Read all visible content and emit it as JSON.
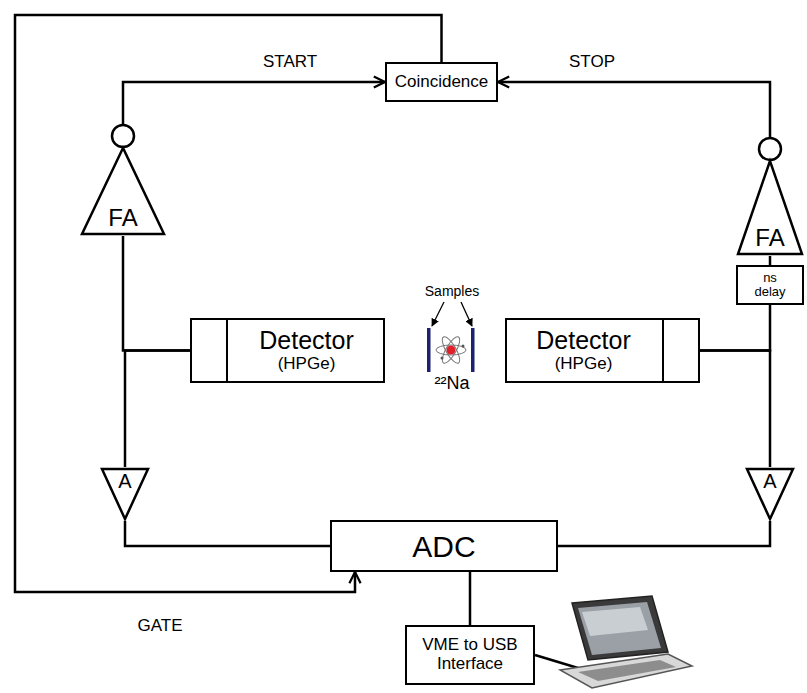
{
  "diagram": {
    "nodes": [
      {
        "text": [
          "Coincidence"
        ]
      },
      {
        "text": [
          "FA"
        ]
      },
      {
        "text": [
          "FA"
        ]
      },
      {
        "text": [
          "ns delay"
        ]
      },
      {
        "text": [
          "Detector",
          "(HPGe)"
        ]
      },
      {
        "text": [
          "Detector",
          "(HPGe)"
        ]
      },
      {
        "text": [
          "A"
        ]
      },
      {
        "text": [
          "A"
        ]
      },
      {
        "text": [
          "ADC"
        ]
      },
      {
        "text": [
          "VME to USB Interface"
        ]
      }
    ],
    "edges": [
      {
        "from": 1,
        "to": 0,
        "label": "START",
        "arrow": "to"
      },
      {
        "from": 2,
        "to": 0,
        "label": "STOP",
        "arrow": "to"
      },
      {
        "from": 0,
        "to": 8,
        "label": "GATE",
        "arrow": "to"
      },
      {
        "from": 4,
        "to": 1,
        "arrow": "none"
      },
      {
        "from": 4,
        "to": 6,
        "arrow": "none"
      },
      {
        "from": 5,
        "to": 3,
        "arrow": "none"
      },
      {
        "from": 3,
        "to": 2,
        "arrow": "none"
      },
      {
        "from": 5,
        "to": 7,
        "arrow": "none"
      },
      {
        "from": 6,
        "to": 8,
        "arrow": "none"
      },
      {
        "from": 7,
        "to": 8,
        "arrow": "none"
      },
      {
        "from": 8,
        "to": 9,
        "arrow": "none"
      }
    ],
    "labels": [
      "Samples",
      "²²Na"
    ]
  }
}
